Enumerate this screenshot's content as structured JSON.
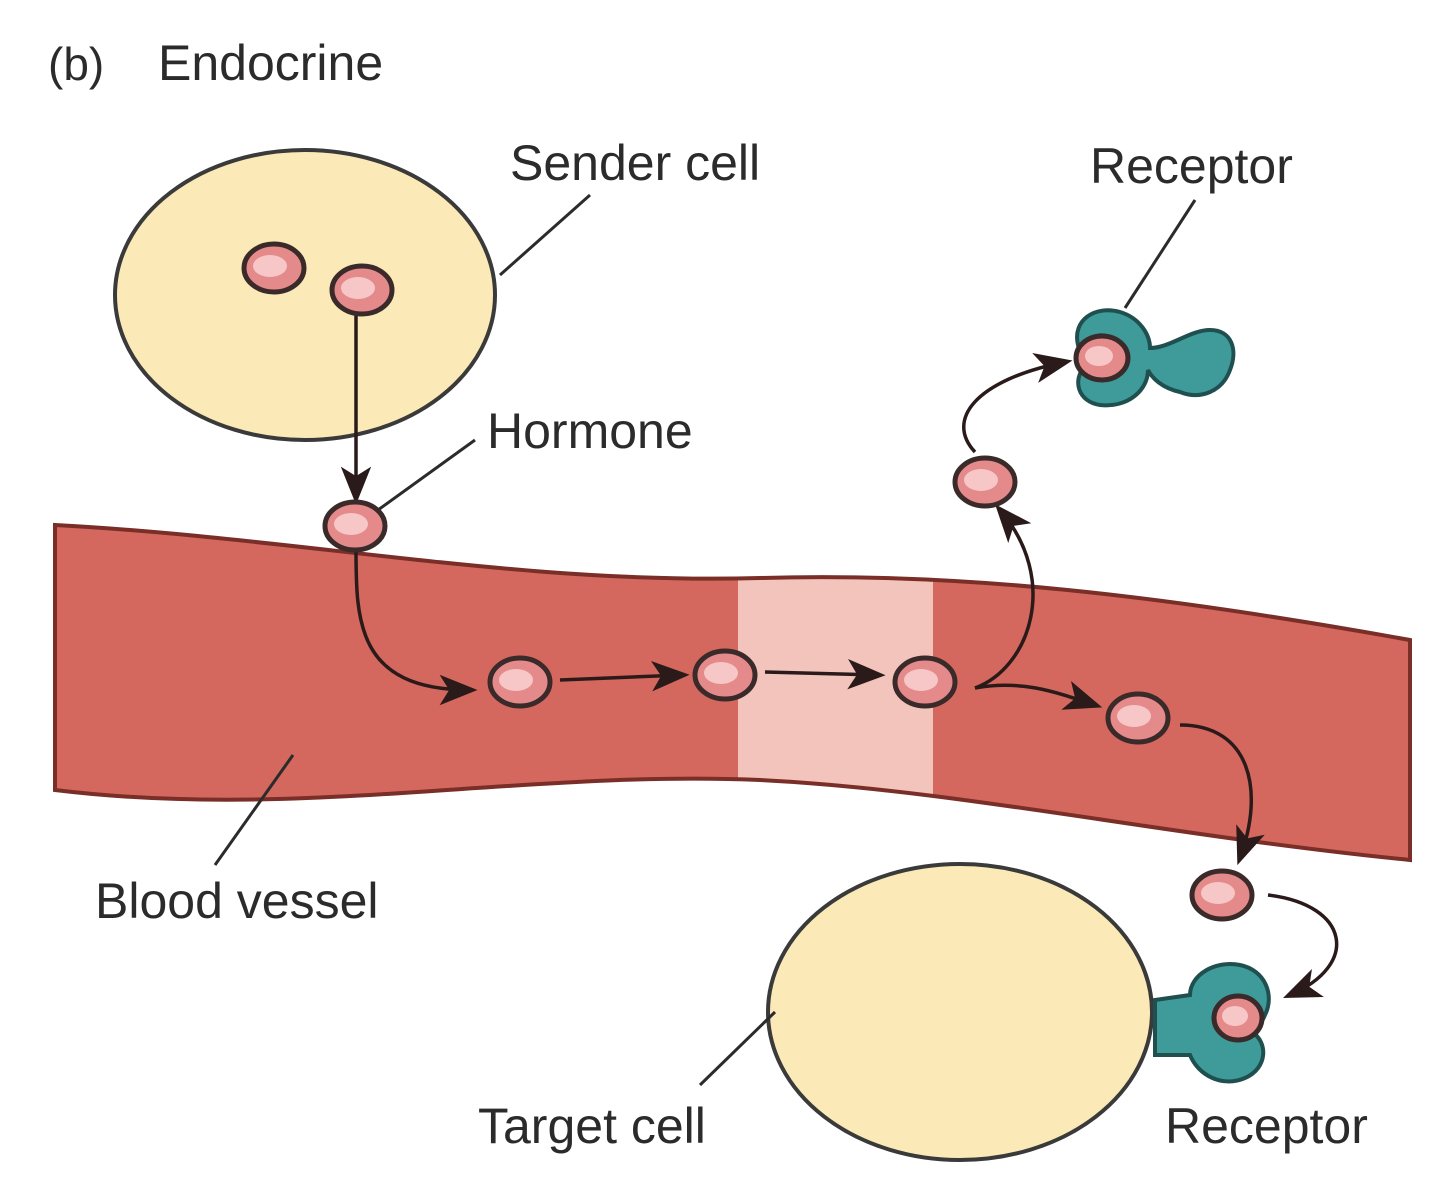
{
  "figure": {
    "panel_label": "(b)",
    "title": "Endocrine"
  },
  "labels": {
    "sender_cell": "Sender cell",
    "hormone": "Hormone",
    "receptor_top": "Receptor",
    "blood_vessel": "Blood vessel",
    "target_cell": "Target cell",
    "receptor_bottom": "Receptor"
  },
  "colors": {
    "cell_fill": "#fbeab8",
    "cell_stroke": "#3a3a3a",
    "vessel_fill": "#d4685e",
    "vessel_light_band": "#f2c4bb",
    "vessel_stroke": "#7a2e28",
    "hormone_fill": "#e58a8a",
    "hormone_highlight": "#f7c6c6",
    "hormone_stroke": "#3a2a2a",
    "receptor_fill": "#3f9a9a",
    "receptor_stroke": "#1f4f4f",
    "arrow": "#2a1a1a"
  }
}
